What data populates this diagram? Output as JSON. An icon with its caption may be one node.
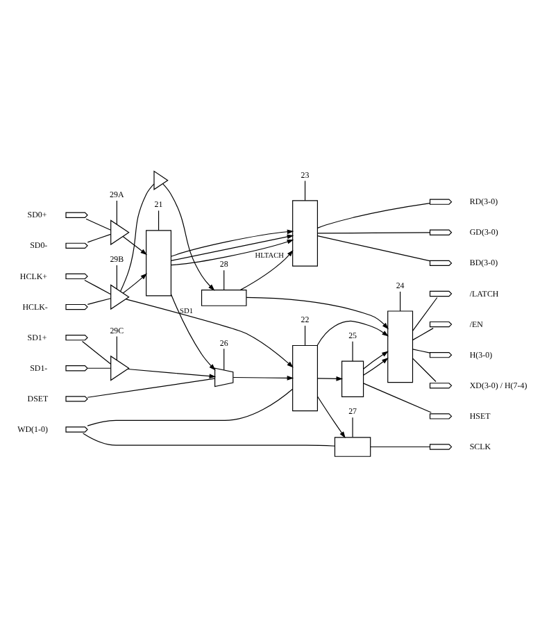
{
  "diagram": {
    "nodes": [
      {
        "text": [],
        "shape": "pentagon",
        "beside": [
          "SD0+"
        ]
      },
      {
        "text": [],
        "shape": "pentagon",
        "beside": [
          "SD0-"
        ]
      },
      {
        "text": [],
        "shape": "triangle"
      },
      {
        "text": [
          "29A"
        ]
      },
      {
        "text": [],
        "shape": "box"
      },
      {
        "text": [
          "21"
        ]
      },
      {
        "text": [],
        "shape": "box"
      },
      {
        "text": [
          "23"
        ]
      },
      {
        "text": [],
        "shape": "pentagon",
        "beside": [
          "RD(3-0)"
        ]
      },
      {
        "text": [],
        "shape": "pentagon",
        "beside": [
          "GD(3-0)"
        ]
      },
      {
        "text": [],
        "shape": "pentagon",
        "beside": [
          "BD(3-0)"
        ]
      },
      {
        "text": [
          "29B"
        ]
      },
      {
        "text": [],
        "shape": "pentagon",
        "beside": [
          "HCLK+"
        ]
      },
      {
        "text": [],
        "shape": "pentagon",
        "beside": [
          "HCLK-"
        ]
      },
      {
        "text": [],
        "shape": "triangle"
      },
      {
        "text": [],
        "shape": "triangle"
      },
      {
        "text": [],
        "shape": "box"
      },
      {
        "text": [
          "28"
        ]
      },
      {
        "text": [
          "29C"
        ]
      },
      {
        "text": [],
        "shape": "pentagon",
        "beside": [
          "SD1+"
        ]
      },
      {
        "text": [],
        "shape": "pentagon",
        "beside": [
          "SD1-"
        ]
      },
      {
        "text": [],
        "shape": "triangle"
      },
      {
        "text": [],
        "shape": "trapezium"
      },
      {
        "text": [],
        "shape": "pentagon",
        "beside": [
          "DSET"
        ]
      },
      {
        "text": [
          "26"
        ]
      },
      {
        "text": [
          "24"
        ]
      },
      {
        "text": [],
        "shape": "box"
      },
      {
        "text": [],
        "shape": "pentagon",
        "beside": [
          "/LATCH"
        ]
      },
      {
        "text": [],
        "shape": "pentagon",
        "beside": [
          "/EN"
        ]
      },
      {
        "text": [],
        "shape": "pentagon",
        "beside": [
          "H(3-0)"
        ]
      },
      {
        "text": [],
        "shape": "pentagon",
        "beside": [
          "XD(3-0) / H(7-4)"
        ]
      },
      {
        "text": [],
        "shape": "box"
      },
      {
        "text": [
          "22"
        ]
      },
      {
        "text": [],
        "shape": "box"
      },
      {
        "text": [
          "25"
        ]
      },
      {
        "text": [],
        "shape": "pentagon",
        "beside": [
          "HSET"
        ]
      },
      {
        "text": [],
        "shape": "box"
      },
      {
        "text": [],
        "shape": "pentagon",
        "beside": [
          "SCLK"
        ]
      },
      {
        "text": [
          "27"
        ]
      },
      {
        "text": [],
        "shape": "pentagon",
        "beside": [
          "WD(1-0)"
        ]
      }
    ],
    "edges": [
      {
        "from": 0,
        "to": 2,
        "arrow": "none"
      },
      {
        "from": 1,
        "to": 2,
        "arrow": "none"
      },
      {
        "from": 2,
        "to": 4,
        "arrow": "to"
      },
      {
        "from": 3,
        "to": 2,
        "arrow": "none"
      },
      {
        "from": 5,
        "to": 4,
        "arrow": "none"
      },
      {
        "from": 4,
        "to": 6,
        "arrow": "to"
      },
      {
        "from": 4,
        "to": 6,
        "arrow": "to"
      },
      {
        "from": 4,
        "to": 6,
        "arrow": "to"
      },
      {
        "from": 7,
        "to": 6,
        "arrow": "none"
      },
      {
        "from": 6,
        "to": 8,
        "arrow": "none"
      },
      {
        "from": 6,
        "to": 9,
        "arrow": "none"
      },
      {
        "from": 6,
        "to": 10,
        "arrow": "none"
      },
      {
        "from": 11,
        "to": 14,
        "arrow": "none"
      },
      {
        "from": 12,
        "to": 14,
        "arrow": "none"
      },
      {
        "from": 13,
        "to": 14,
        "arrow": "none"
      },
      {
        "from": 14,
        "to": 4,
        "arrow": "to"
      },
      {
        "from": 14,
        "to": 15,
        "arrow": "none"
      },
      {
        "from": 14,
        "to": 31,
        "arrow": "to"
      },
      {
        "from": 4,
        "to": 22,
        "arrow": "to",
        "label": "SD1"
      },
      {
        "from": 15,
        "to": 16,
        "arrow": "to"
      },
      {
        "from": 17,
        "to": 16,
        "arrow": "none"
      },
      {
        "from": 16,
        "to": 6,
        "arrow": "to",
        "label": "HLTACH"
      },
      {
        "from": 16,
        "to": 26,
        "arrow": "to"
      },
      {
        "from": 18,
        "to": 21,
        "arrow": "none"
      },
      {
        "from": 19,
        "to": 21,
        "arrow": "none"
      },
      {
        "from": 20,
        "to": 21,
        "arrow": "none"
      },
      {
        "from": 21,
        "to": 22,
        "arrow": "to"
      },
      {
        "from": 23,
        "to": 22,
        "arrow": "none"
      },
      {
        "from": 24,
        "to": 22,
        "arrow": "none"
      },
      {
        "from": 22,
        "to": 31,
        "arrow": "to"
      },
      {
        "from": 25,
        "to": 26,
        "arrow": "none"
      },
      {
        "from": 26,
        "to": 27,
        "arrow": "none"
      },
      {
        "from": 26,
        "to": 28,
        "arrow": "none"
      },
      {
        "from": 26,
        "to": 29,
        "arrow": "none"
      },
      {
        "from": 26,
        "to": 30,
        "arrow": "none"
      },
      {
        "from": 31,
        "to": 26,
        "arrow": "to"
      },
      {
        "from": 31,
        "to": 33,
        "arrow": "to"
      },
      {
        "from": 33,
        "to": 26,
        "arrow": "to"
      },
      {
        "from": 33,
        "to": 26,
        "arrow": "to"
      },
      {
        "from": 32,
        "to": 31,
        "arrow": "none"
      },
      {
        "from": 34,
        "to": 33,
        "arrow": "none"
      },
      {
        "from": 33,
        "to": 35,
        "arrow": "none"
      },
      {
        "from": 31,
        "to": 36,
        "arrow": "to"
      },
      {
        "from": 36,
        "to": 37,
        "arrow": "none"
      },
      {
        "from": 38,
        "to": 36,
        "arrow": "none"
      },
      {
        "from": 39,
        "to": 31,
        "arrow": "none"
      },
      {
        "from": 39,
        "to": 36,
        "arrow": "none"
      }
    ]
  }
}
